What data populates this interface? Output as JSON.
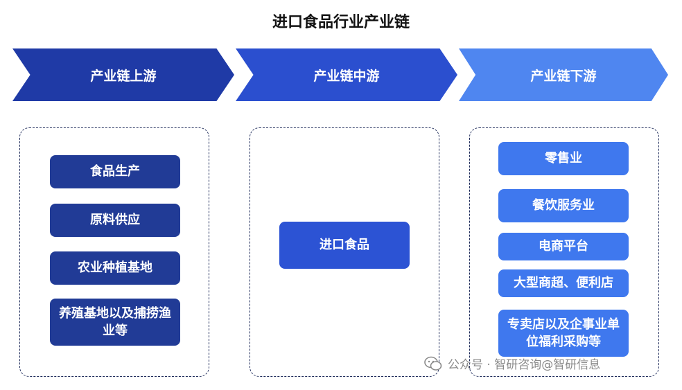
{
  "title": "进口食品行业产业链",
  "stages": [
    {
      "label": "产业链上游"
    },
    {
      "label": "产业链中游"
    },
    {
      "label": "产业链下游"
    }
  ],
  "upstream": [
    "食品生产",
    "原料供应",
    "农业种植基地",
    "养殖基地以及捕捞渔业等"
  ],
  "midstream": [
    "进口食品"
  ],
  "downstream": [
    "零售业",
    "餐饮服务业",
    "电商平台",
    "大型商超、便利店",
    "专卖店以及企事业单位福利采购等"
  ],
  "watermark": "公众号 · 智研咨询@智研信息",
  "colors": {
    "upstream": "#1f3aa6",
    "midstream": "#2b4fcf",
    "downstream": "#4f86f0"
  }
}
